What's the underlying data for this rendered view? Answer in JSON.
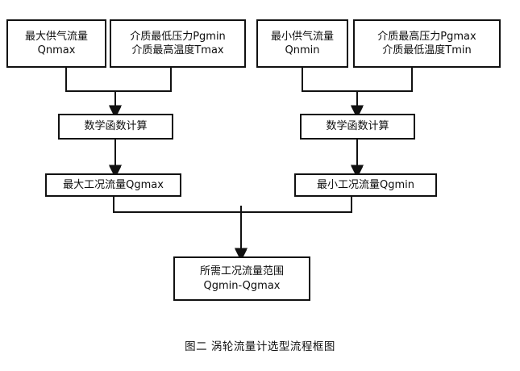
{
  "figure": {
    "caption": "图二  涡轮流量计选型流程框图",
    "caption_label": "图二",
    "caption_title": "涡轮流量计选型流程框图",
    "line_color": "#111111",
    "box_border_color": "#111111",
    "background_color": "#ffffff",
    "text_color": "#0d0d0d"
  },
  "nodes": {
    "qnmax": {
      "line1": "最大供气流量",
      "line2": "Qnmax"
    },
    "pgmin": {
      "line1": "介质最低压力Pgmin",
      "line2": "介质最高温度Tmax"
    },
    "qnmin": {
      "line1": "最小供气流量",
      "line2": "Qnmin"
    },
    "pgmax": {
      "line1": "介质最高压力Pgmax",
      "line2": "介质最低温度Tmin"
    },
    "math_left": {
      "line1": "数学函数计算"
    },
    "math_right": {
      "line1": "数学函数计算"
    },
    "qgmax": {
      "line1": "最大工况流量Qgmax"
    },
    "qgmin": {
      "line1": "最小工况流量Qgmin"
    },
    "range": {
      "line1": "所需工况流量范围",
      "line2": "Qgmin-Qgmax"
    }
  },
  "chart_data": {
    "type": "diagram",
    "title": "涡轮流量计选型流程框图",
    "nodes": [
      {
        "id": "qnmax",
        "label": "最大供气流量 Qnmax",
        "row": 1
      },
      {
        "id": "pgmin",
        "label": "介质最低压力Pgmin / 介质最高温度Tmax",
        "row": 1
      },
      {
        "id": "qnmin",
        "label": "最小供气流量 Qnmin",
        "row": 1
      },
      {
        "id": "pgmax",
        "label": "介质最高压力Pgmax / 介质最低温度Tmin",
        "row": 1
      },
      {
        "id": "math_left",
        "label": "数学函数计算",
        "row": 2
      },
      {
        "id": "math_right",
        "label": "数学函数计算",
        "row": 2
      },
      {
        "id": "qgmax",
        "label": "最大工况流量Qgmax",
        "row": 3
      },
      {
        "id": "qgmin",
        "label": "最小工况流量Qgmin",
        "row": 3
      },
      {
        "id": "range",
        "label": "所需工况流量范围 Qgmin-Qgmax",
        "row": 4
      }
    ],
    "edges": [
      {
        "from": "qnmax",
        "to": "math_left",
        "style": "merge-arrow"
      },
      {
        "from": "pgmin",
        "to": "math_left",
        "style": "merge-arrow"
      },
      {
        "from": "qnmin",
        "to": "math_right",
        "style": "merge-arrow"
      },
      {
        "from": "pgmax",
        "to": "math_right",
        "style": "merge-arrow"
      },
      {
        "from": "math_left",
        "to": "qgmax",
        "style": "arrow"
      },
      {
        "from": "math_right",
        "to": "qgmin",
        "style": "arrow"
      },
      {
        "from": "qgmax",
        "to": "range",
        "style": "merge-arrow"
      },
      {
        "from": "qgmin",
        "to": "range",
        "style": "merge-arrow"
      }
    ]
  }
}
